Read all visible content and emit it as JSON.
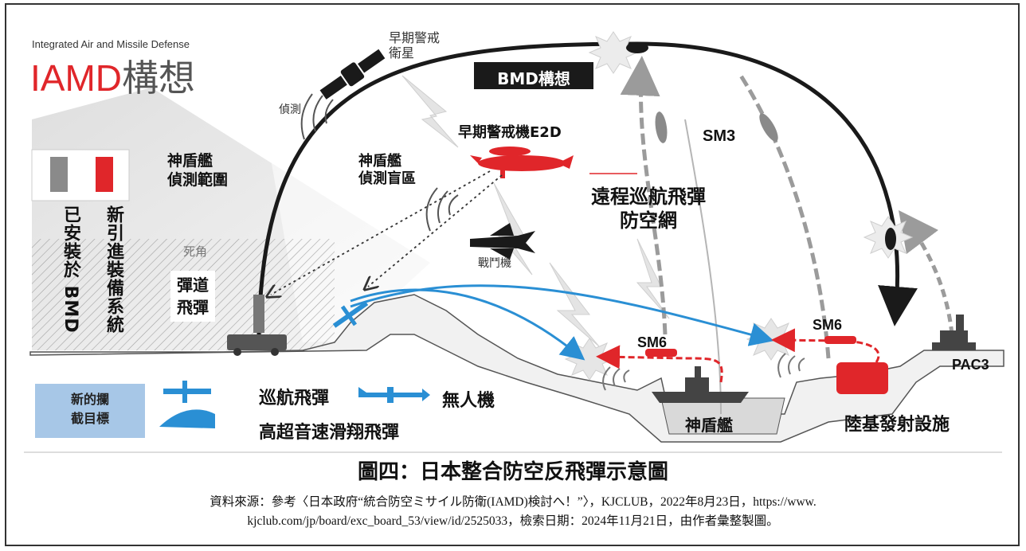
{
  "header": {
    "subtitle_en": "Integrated Air and Missile Defense",
    "title_prefix": "IAMD",
    "title_suffix": "構想"
  },
  "labels": {
    "satellite": "早期警戒\n衛星",
    "detect": "偵測",
    "bmd_concept": "BMD構想",
    "aegis_range": "神盾艦\n偵測範圍",
    "aegis_blind": "神盾艦\n偵測盲區",
    "e2d": "早期警戒機E2D",
    "sm3": "SM3",
    "cruise_defense": "遠程巡航飛彈\n防空網",
    "fighter": "戰鬥機",
    "dead_angle": "死角",
    "ballistic": "彈道\n飛彈",
    "sm6_left": "SM6",
    "sm6_right": "SM6",
    "pac3": "PAC3",
    "aegis_ship": "神盾艦",
    "ground_launcher": "陸基發射設施"
  },
  "legend": {
    "installed": "已安裝於 BMD",
    "new_system": "新引進裝備系統",
    "installed_color": "#8a8a8a",
    "new_color": "#e0262a",
    "new_targets": "新的攔\n截目標",
    "cruise_missile": "巡航飛彈",
    "drone": "無人機",
    "hypersonic": "高超音速滑翔飛彈"
  },
  "caption": {
    "title": "圖四：日本整合防空反飛彈示意圖",
    "source_line1": "資料來源：參考〈日本政府“統合防空ミサイル防衛(IAMD)検討へ！”〉，KJCLUB，2022年8月23日，https://www.",
    "source_line2": "kjclub.com/jp/board/exc_board_53/view/id/2525033，檢索日期：2024年11月21日，由作者彙整製圖。"
  },
  "colors": {
    "red": "#e0262a",
    "blue": "#2a8fd4",
    "gray": "#8a8a8a",
    "dark": "#1a1a1a"
  }
}
